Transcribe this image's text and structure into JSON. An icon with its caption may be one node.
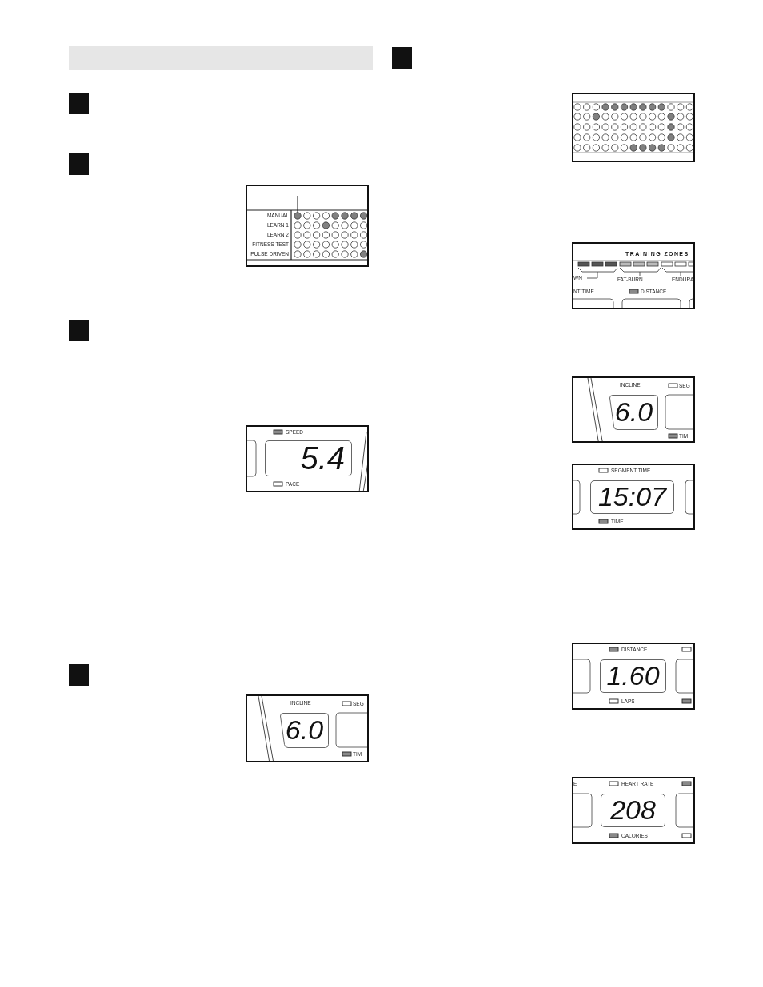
{
  "diagram": {
    "nodes": [
      {
        "text": [],
        "shape": "bar"
      },
      {
        "text": [],
        "shape": "circle"
      }
    ],
    "edges": [
      {
        "from": null,
        "to": 1,
        "arrow": "none"
      }
    ],
    "labels": [
      "MANUAL",
      "LEARN 1",
      "LEARN 2",
      "FITNESS TEST",
      "PULSE DRIVEN",
      "SPEED",
      "5.4",
      "PACE",
      "INCLINE",
      "6.0",
      "SEG",
      "TIM",
      "TRAINING ZONES",
      "WN",
      "FAT-BURN",
      "ENDURA",
      "NT TIME",
      "DISTANCE",
      "INCLINE",
      "6.0",
      "SEG",
      "TIM",
      "SEGMENT TIME",
      "15:07",
      "TIME",
      "DISTANCE",
      "1.60",
      "LAPS",
      "E",
      "HEART RATE",
      "208",
      "CALORIES"
    ]
  }
}
